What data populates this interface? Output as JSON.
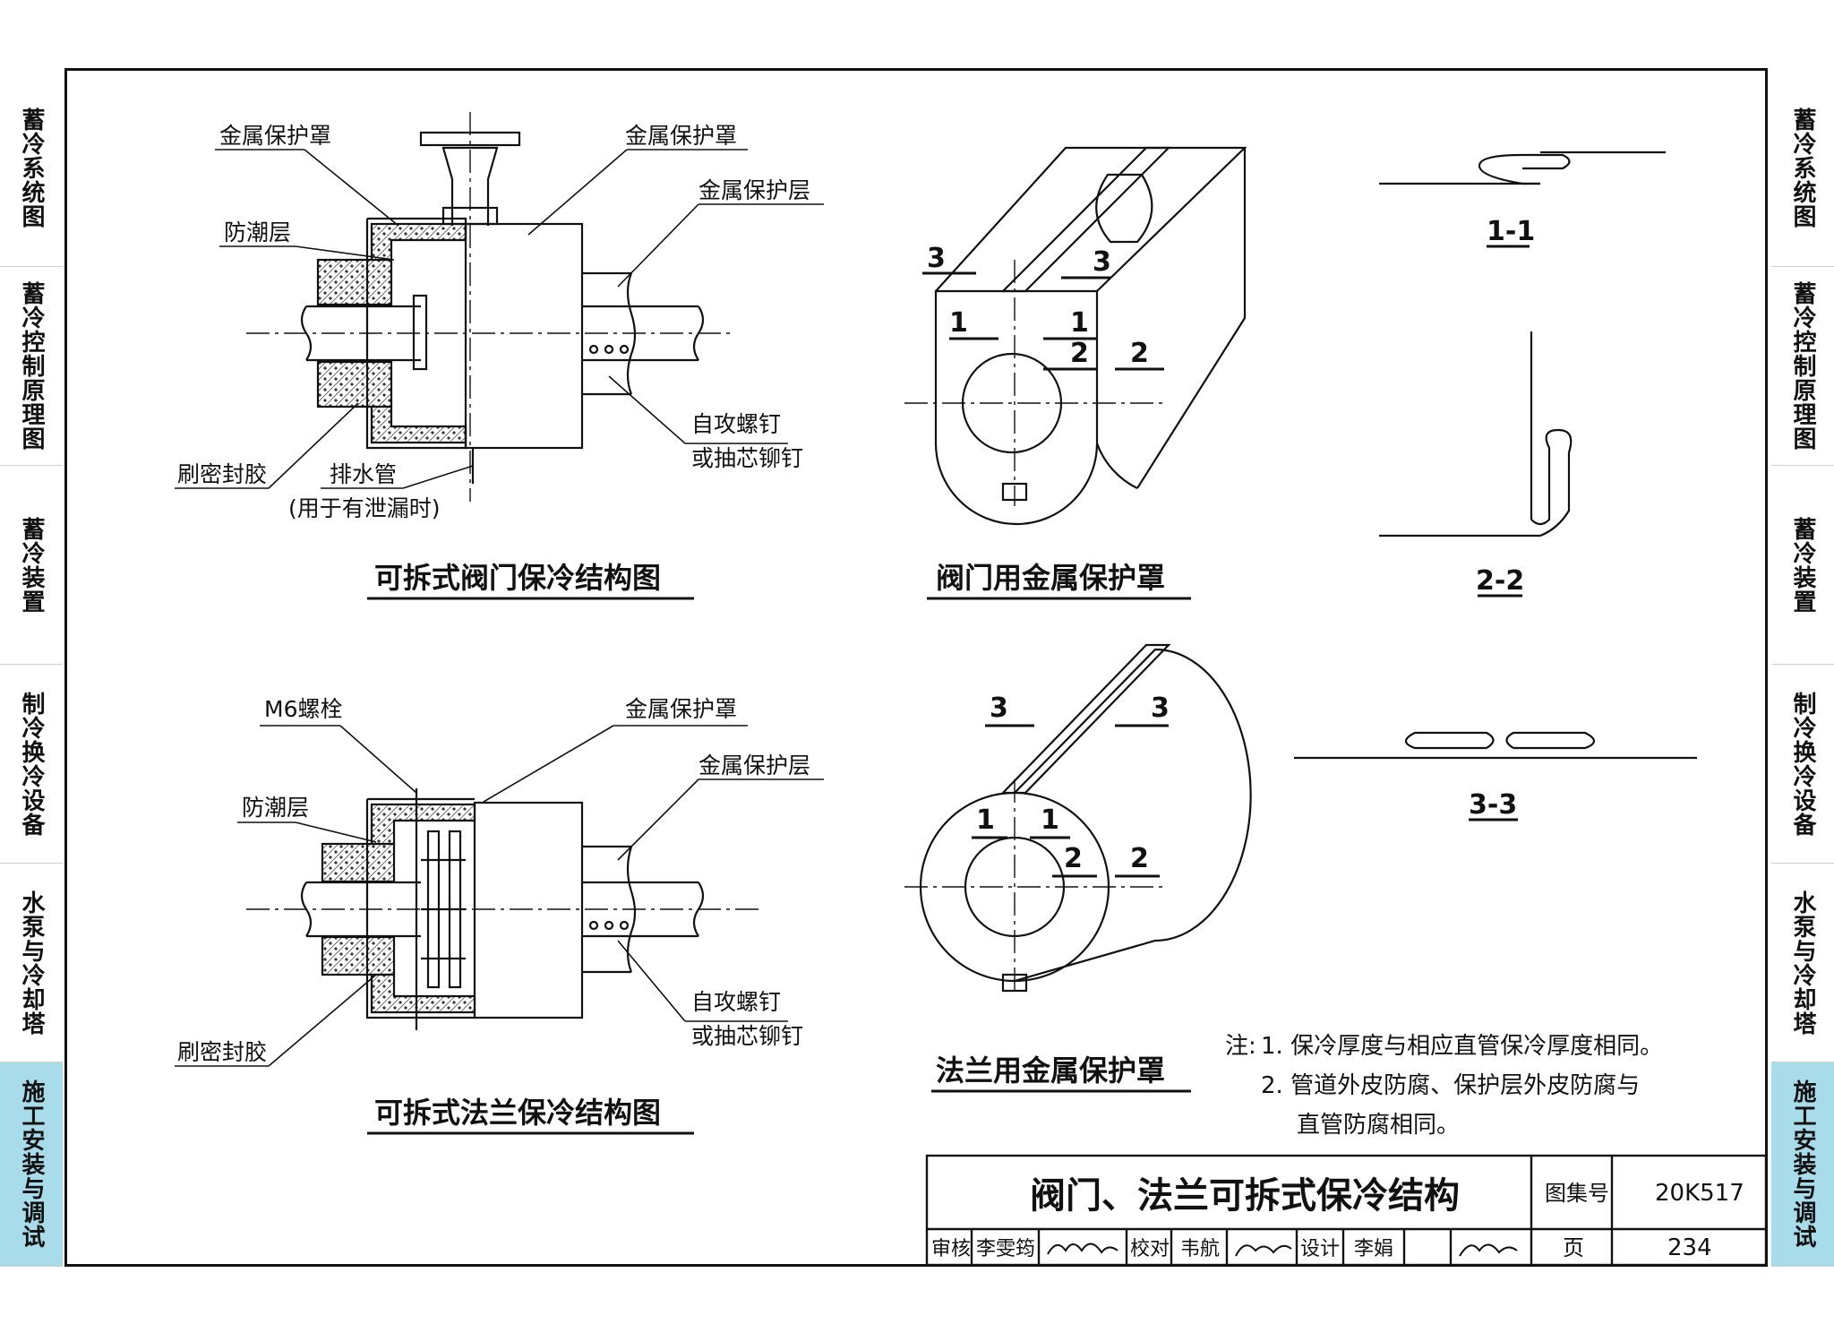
{
  "side_tabs": [
    {
      "label": "蓄冷系统图",
      "active": false
    },
    {
      "label": "蓄冷控制原理图",
      "active": false
    },
    {
      "label": "蓄冷装置",
      "active": false
    },
    {
      "label": "制冷换冷设备",
      "active": false
    },
    {
      "label": "水泵与冷却塔",
      "active": false
    },
    {
      "label": "施工安装与调试",
      "active": true
    }
  ],
  "colors": {
    "accent_tab": "#a9dcea",
    "line": "#111111",
    "hatch": "#cfcfcf"
  },
  "valve_figure": {
    "title": "可拆式阀门保冷结构图",
    "label_metal_cover_left": "金属保护罩",
    "label_metal_cover_right": "金属保护罩",
    "label_metal_layer": "金属保护层",
    "label_moisture": "防潮层",
    "label_sealant": "刷密封胶",
    "label_drain": "排水管",
    "label_drain_note": "(用于有泄漏时)",
    "label_screw_1": "自攻螺钉",
    "label_screw_2": "或抽芯铆钉"
  },
  "flange_figure": {
    "title": "可拆式法兰保冷结构图",
    "label_bolt": "M6螺栓",
    "label_metal_cover": "金属保护罩",
    "label_metal_layer": "金属保护层",
    "label_moisture": "防潮层",
    "label_sealant": "刷密封胶",
    "label_screw_1": "自攻螺钉",
    "label_screw_2": "或抽芯铆钉"
  },
  "valve_cover_figure": {
    "title": "阀门用金属保护罩",
    "sec_marks": [
      "3",
      "3",
      "1",
      "1",
      "2",
      "2"
    ]
  },
  "flange_cover_figure": {
    "title": "法兰用金属保护罩",
    "sec_marks": [
      "3",
      "3",
      "1",
      "1",
      "2",
      "2"
    ]
  },
  "sections": {
    "s1": "1-1",
    "s2": "2-2",
    "s3": "3-3"
  },
  "notes": {
    "prefix": "注:",
    "n1": "1. 保冷厚度与相应直管保冷厚度相同。",
    "n2a": "2. 管道外皮防腐、保护层外皮防腐与",
    "n2b": "直管防腐相同。"
  },
  "title_block": {
    "title": "阀门、法兰可拆式保冷结构",
    "atlas_label": "图集号",
    "atlas_no": "20K517",
    "page_label": "页",
    "page_no": "234",
    "review_label": "审核",
    "reviewer": "李雯筠",
    "check_label": "校对",
    "checker": "韦航",
    "design_label": "设计",
    "designer": "李娟"
  }
}
